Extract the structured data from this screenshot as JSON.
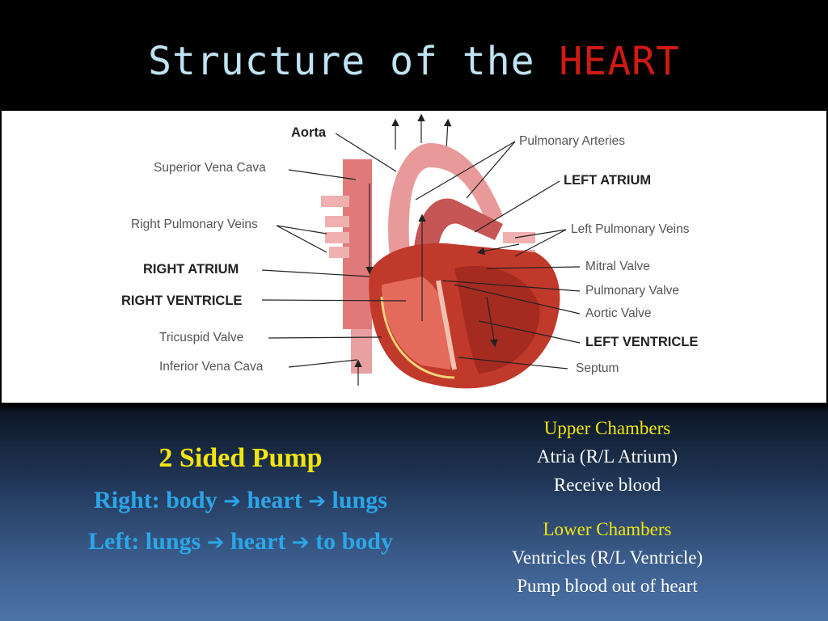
{
  "title": {
    "main": "Structure of the",
    "highlight": "HEART"
  },
  "diagram": {
    "labels_left": {
      "aorta": "Aorta",
      "superior_vena_cava": "Superior Vena Cava",
      "right_pulmonary_veins": "Right Pulmonary Veins",
      "right_atrium": "RIGHT ATRIUM",
      "right_ventricle": "RIGHT VENTRICLE",
      "tricuspid_valve": "Tricuspid Valve",
      "inferior_vena_cava": "Inferior Vena Cava"
    },
    "labels_right": {
      "pulmonary_arteries": "Pulmonary Arteries",
      "left_atrium": "LEFT ATRIUM",
      "left_pulmonary_veins": "Left Pulmonary Veins",
      "mitral_valve": "Mitral Valve",
      "pulmonary_valve": "Pulmonary Valve",
      "aortic_valve": "Aortic Valve",
      "left_ventricle": "LEFT VENTRICLE",
      "septum": "Septum"
    }
  },
  "pump": {
    "title": "2 Sided Pump",
    "right": {
      "a": "Right: body",
      "b": "heart",
      "c": "lungs"
    },
    "left": {
      "a": "Left: lungs",
      "b": "heart",
      "c": "to body"
    },
    "arrow": "➔"
  },
  "chambers": {
    "upper": {
      "heading": "Upper Chambers",
      "line1": "Atria (R/L Atrium)",
      "line2": "Receive blood"
    },
    "lower": {
      "heading": "Lower Chambers",
      "line1": "Ventricles (R/L Ventricle)",
      "line2": "Pump blood out of heart"
    }
  },
  "colors": {
    "title_highlight": "#d01a12",
    "title_text": "#bfe3f3",
    "yellow": "#f2e60f",
    "blue": "#2ba6e8",
    "heart_red": "#c0392b",
    "heart_pink": "#e8a0a0"
  }
}
